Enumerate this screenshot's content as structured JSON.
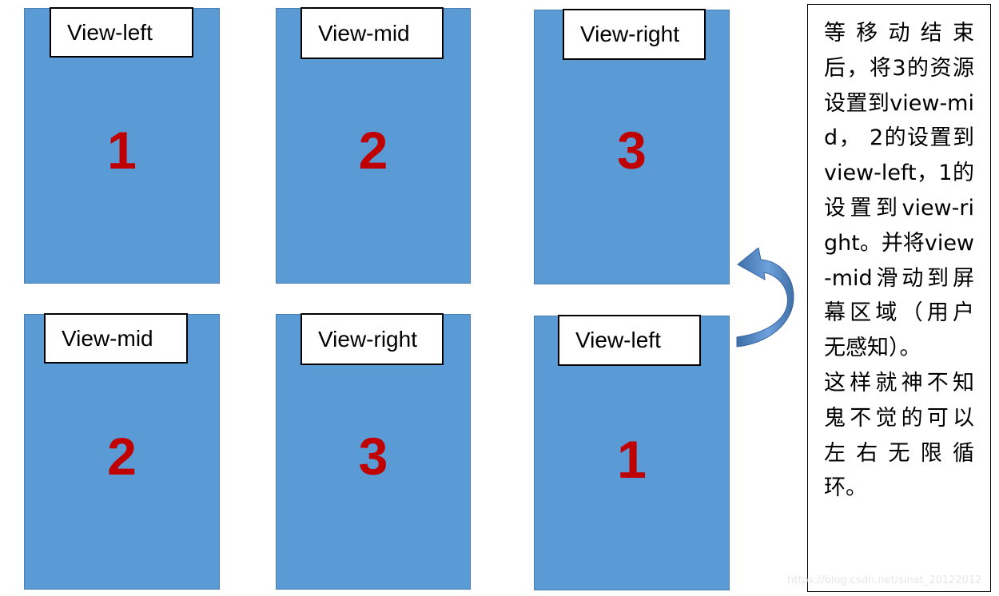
{
  "panels": [
    {
      "label": "View-left",
      "number": "1"
    },
    {
      "label": "View-mid",
      "number": "2"
    },
    {
      "label": "View-right",
      "number": "3"
    },
    {
      "label": "View-mid",
      "number": "2"
    },
    {
      "label": "View-right",
      "number": "3"
    },
    {
      "label": "View-left",
      "number": "1"
    }
  ],
  "note": {
    "paragraph1": "等移动结束后，将3的资源设置到view-mid， 2的设置到view-left，1的设置到view-right。并将view-mid滑动到屏幕区域（用户无感知）。",
    "paragraph2": "这样就神不知鬼不觉的可以左右无限循环。"
  },
  "watermark": "https://blog.csdn.net/sinat_20122012",
  "colors": {
    "panel_fill": "#5b9bd5",
    "number_red": "#c00000",
    "arrow_fill": "#4f81bd"
  },
  "icons": {
    "arrow": "curved-arrow-icon"
  }
}
